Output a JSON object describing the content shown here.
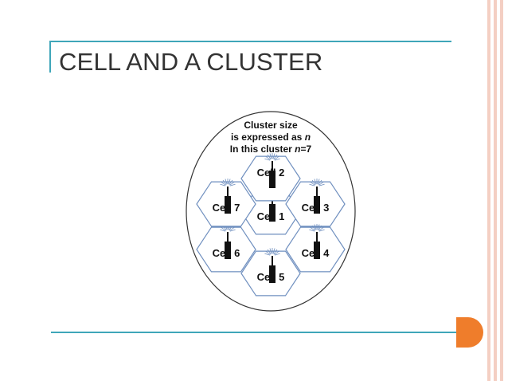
{
  "slide": {
    "title": "CELL AND A CLUSTER"
  },
  "diagram": {
    "caption": {
      "line1": "Cluster size",
      "line2_text": "is expressed as ",
      "line2_var": "n",
      "line3_text": "In this cluster ",
      "line3_var": "n",
      "line3_value": "=7"
    },
    "cells": [
      {
        "label": "Cell 1"
      },
      {
        "label": "Cell 2"
      },
      {
        "label": "Cell 3"
      },
      {
        "label": "Cell 4"
      },
      {
        "label": "Cell 5"
      },
      {
        "label": "Cell 6"
      },
      {
        "label": "Cell 7"
      }
    ]
  },
  "colors": {
    "accent_line": "#3fa6b9",
    "orange_marker": "#ef7d2b",
    "side_border": "#f4cfc3",
    "hex_stroke": "#6f8fbf"
  }
}
